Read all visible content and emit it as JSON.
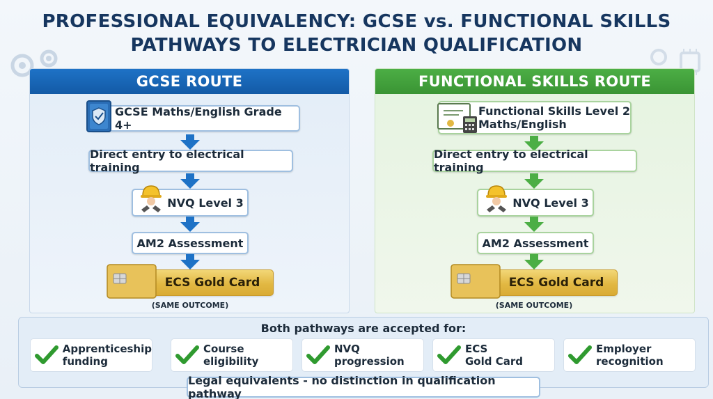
{
  "title_line1": "PROFESSIONAL EQUIVALENCY: GCSE vs. FUNCTIONAL SKILLS",
  "title_line2": "PATHWAYS TO ELECTRICIAN QUALIFICATION",
  "gcse_route": {
    "header": "GCSE ROUTE",
    "entry": "GCSE Maths/English Grade 4+",
    "training": "Direct entry to electrical training",
    "nvq": "NVQ Level 3",
    "am2": "AM2 Assessment",
    "card": "ECS Gold Card",
    "outcome": "(SAME OUTCOME)"
  },
  "fs_route": {
    "header": "FUNCTIONAL SKILLS ROUTE",
    "entry": "Functional Skills Level 2\nMaths/English",
    "training": "Direct entry to electrical training",
    "nvq": "NVQ Level 3",
    "am2": "AM2 Assessment",
    "card": "ECS Gold Card",
    "outcome": "(SAME OUTCOME)"
  },
  "accepted": {
    "title": "Both pathways are accepted for:",
    "items": [
      "Apprenticeship\nfunding",
      "Course\neligibility",
      "NVQ\nprogression",
      "ECS\nGold Card",
      "Employer\nrecognition"
    ]
  },
  "legal_note": "Legal equivalents - no distinction in qualification pathway",
  "colors": {
    "gcse_blue": "#1e72c6",
    "fs_green": "#4cae45",
    "gold": "#e2b843",
    "check_green": "#2f9a2f",
    "title_navy": "#16365f"
  },
  "icons": [
    "gear-icon",
    "book-shield-icon",
    "certificate-icon",
    "hardhat-worker-icon",
    "gold-card-chip-icon",
    "check-icon"
  ]
}
